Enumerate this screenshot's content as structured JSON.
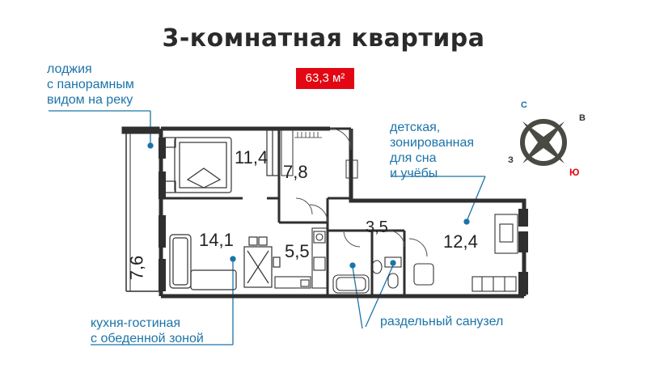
{
  "title": "3-комнатная квартира",
  "area_badge": "63,3 м²",
  "colors": {
    "accent": "#e30613",
    "callout": "#1b74a8",
    "walls": "#2f2f2f",
    "compass": "#4a4a42"
  },
  "callouts": {
    "loggia": [
      "лоджия",
      "с панорамным",
      "видом на реку"
    ],
    "kids_room": [
      "детская,",
      "зонированная",
      "для сна",
      "и учёбы"
    ],
    "living_kitchen": [
      "кухня-гостиная",
      "с обеденной зоной"
    ],
    "bathroom": [
      "раздельный санузел"
    ]
  },
  "rooms": {
    "bedroom": "11,4",
    "hall": "7,8",
    "living": "14,1",
    "kitchen": "5,5",
    "bath": "3,5",
    "kids": "12,4",
    "loggia": "7,6"
  },
  "compass": {
    "north": "С",
    "east": "В",
    "south": "Ю",
    "west": "З"
  }
}
